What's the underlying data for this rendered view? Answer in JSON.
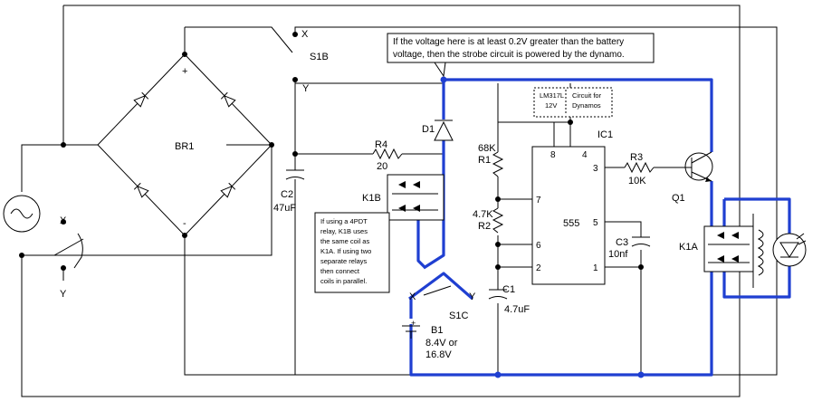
{
  "labels": {
    "br1": "BR1",
    "br_plus": "+",
    "br_minus": "-",
    "s1b": "S1B",
    "s1b_x": "X",
    "s1b_y": "Y",
    "s1c": "S1C",
    "s1c_x": "X",
    "s1c_y": "Y",
    "left_x": "X",
    "left_y": "Y",
    "c2": "C2",
    "c2_value": "47uF",
    "r4": "R4",
    "r4_value": "20",
    "k1b": "K1B",
    "d1": "D1",
    "r1_value": "68K",
    "r1": "R1",
    "r2_value": "4.7K",
    "r2": "R2",
    "c1": "C1",
    "c1_value": "4.7uF",
    "ic1": "IC1",
    "ic_name": "555",
    "pin8": "8",
    "pin4": "4",
    "pin3": "3",
    "pin7": "7",
    "pin5": "5",
    "pin6": "6",
    "pin2": "2",
    "pin1": "1",
    "r3": "R3",
    "r3_value": "10K",
    "q1": "Q1",
    "c3": "C3",
    "c3_value": "10nf",
    "k1a": "K1A",
    "b1": "B1",
    "b1_v1": "8.4V or",
    "b1_v2": "16.8V",
    "battery_plus": "+",
    "lm317_line1": "LM317L",
    "lm317_line2": "12V",
    "dyn_line1": "Circuit for",
    "dyn_line2": "Dynamos"
  },
  "notes": {
    "top_line1": "If the voltage here is at least 0.2V greater than the battery",
    "top_line2": "voltage, then the strobe circuit is powered by the dynamo.",
    "relay_lines": [
      "If using a 4PDT",
      "relay, K1B uses",
      "the same coil as",
      "K1A. If using two",
      "separate relays",
      "then connect",
      "coils in parallel."
    ]
  },
  "colors": {
    "wire": "#000000",
    "highlight": "#1f3fd1"
  }
}
